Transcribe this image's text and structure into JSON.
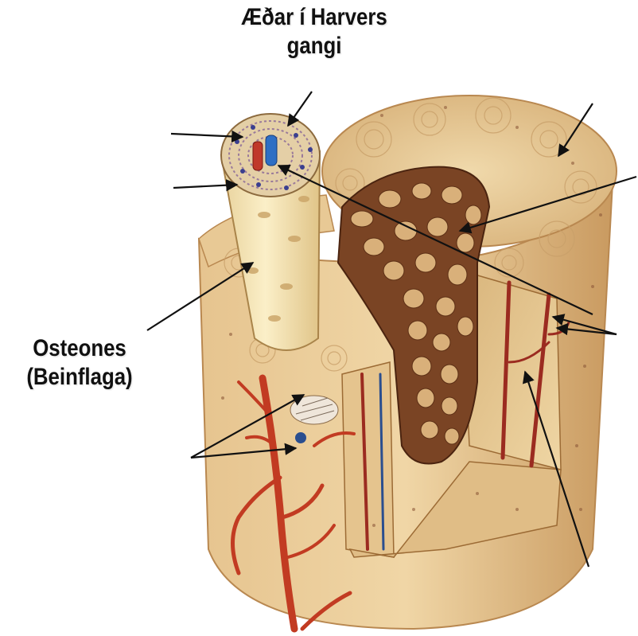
{
  "labels": {
    "harvers_line1": "Æðar í Harvers",
    "harvers_line2": "gangi",
    "osteon_line1": "Osteones",
    "osteon_line2": "(Beinflaga)"
  },
  "colors": {
    "bone_light": "#f2dcb0",
    "bone_mid": "#e3c08a",
    "bone_dark": "#c9995c",
    "spongy_dark": "#6b3a1f",
    "artery": "#c0392b",
    "vein": "#2e6fc4",
    "pointer": "#111111"
  }
}
